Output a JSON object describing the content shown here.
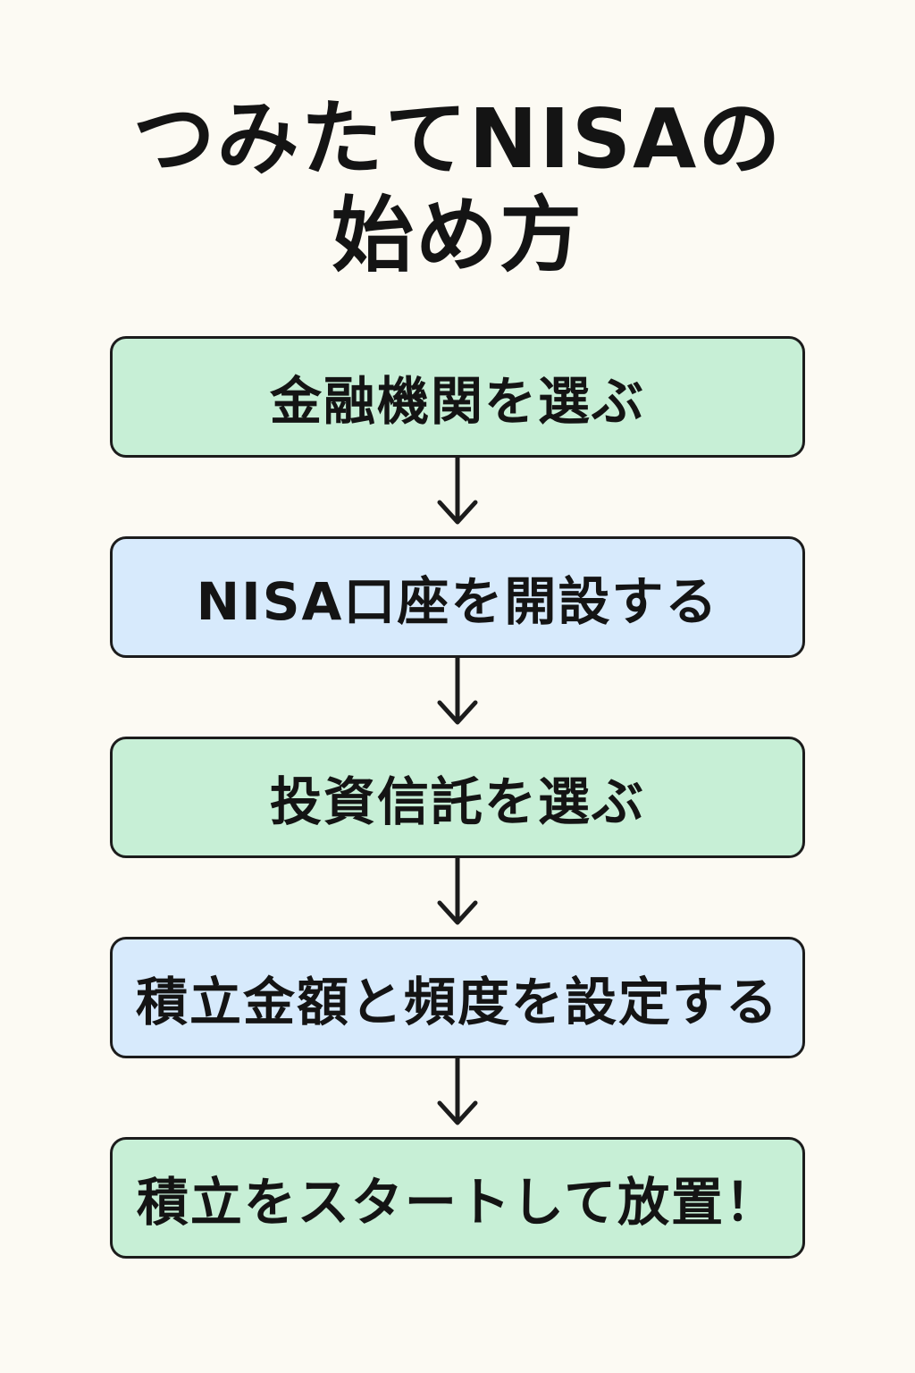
{
  "title": {
    "line1": "つみたてNISAの",
    "line2": "始め方"
  },
  "steps": [
    {
      "label": "金融機関を選ぶ",
      "color": "#c7efd6"
    },
    {
      "label": "NISA口座を開設する",
      "color": "#d7eafc"
    },
    {
      "label": "投資信託を選ぶ",
      "color": "#c7efd6"
    },
    {
      "label": "積立金額と頻度を設定する",
      "color": "#d7eafc"
    },
    {
      "label": "積立をスタートして放置！",
      "color": "#c7efd6"
    }
  ],
  "arrow_icon": "arrow-down-icon"
}
